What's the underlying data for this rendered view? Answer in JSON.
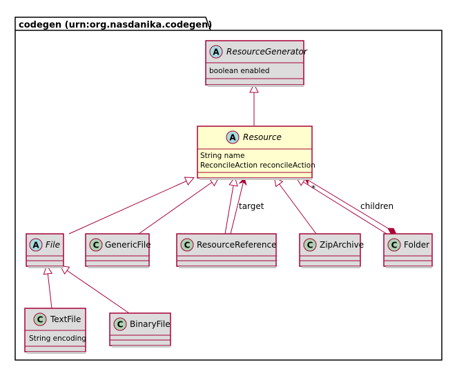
{
  "package": {
    "title": "codegen (urn:org.nasdanika.codegen)"
  },
  "classes": {
    "resource_generator": {
      "kind": "A",
      "name": "ResourceGenerator",
      "attributes": [
        "boolean enabled"
      ]
    },
    "resource": {
      "kind": "A",
      "name": "Resource",
      "attributes": [
        "String name",
        "ReconcileAction reconcileAction"
      ]
    },
    "file": {
      "kind": "A",
      "name": "File",
      "attributes": []
    },
    "generic_file": {
      "kind": "C",
      "name": "GenericFile",
      "attributes": []
    },
    "resource_reference": {
      "kind": "C",
      "name": "ResourceReference",
      "attributes": []
    },
    "zip_archive": {
      "kind": "C",
      "name": "ZipArchive",
      "attributes": []
    },
    "folder": {
      "kind": "C",
      "name": "Folder",
      "attributes": []
    },
    "text_file": {
      "kind": "C",
      "name": "TextFile",
      "attributes": [
        "String encoding"
      ]
    },
    "binary_file": {
      "kind": "C",
      "name": "BinaryFile",
      "attributes": []
    }
  },
  "edges": {
    "target_label": "target",
    "children_label": "children",
    "children_multiplicity": "*"
  },
  "colors": {
    "border": "#a80036",
    "class_fill": "#dcdcdc",
    "highlight_fill": "#fefece",
    "abstract_circle": "#a9dcdf",
    "concrete_circle": "#add1b2"
  }
}
